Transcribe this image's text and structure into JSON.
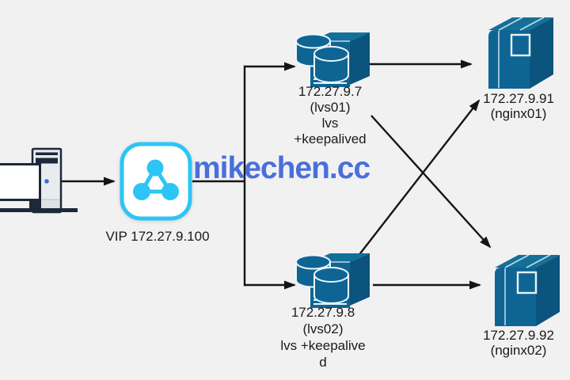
{
  "diagram_title": "LVS + Keepalived load balancing topology",
  "colors": {
    "background": "#f1f1f2",
    "server_blue": "#0e6594",
    "server_blue_light": "#137099",
    "server_blue_dark": "#0a547e",
    "vip_cyan": "#2cc5f5",
    "outline_navy": "#1d2938",
    "arrow_black": "#151515",
    "text": "#1a1a1a",
    "watermark_blue": "#4a6fdb"
  },
  "watermark": {
    "text": "mikechen.cc"
  },
  "nodes": {
    "client": {
      "icon": "desktop-computer"
    },
    "vip": {
      "icon": "load-balancer-vip",
      "label": "VIP 172.27.9.100"
    },
    "lvs01": {
      "icon": "lvs-server",
      "lines": [
        "172.27.9.7",
        "(lvs01)",
        "lvs",
        "+keepalived"
      ]
    },
    "lvs02": {
      "icon": "lvs-server",
      "lines": [
        "172.27.9.8",
        "(lvs02)",
        "lvs +keepalive",
        "d"
      ]
    },
    "nginx01": {
      "icon": "nginx-server",
      "lines": [
        "172.27.9.91",
        "(nginx01)"
      ]
    },
    "nginx02": {
      "icon": "nginx-server",
      "lines": [
        "172.27.9.92",
        "(nginx02)"
      ]
    }
  },
  "edges": [
    {
      "from": "client",
      "to": "vip"
    },
    {
      "from": "vip",
      "to": "lvs01"
    },
    {
      "from": "vip",
      "to": "lvs02"
    },
    {
      "from": "lvs01",
      "to": "nginx01"
    },
    {
      "from": "lvs01",
      "to": "nginx02"
    },
    {
      "from": "lvs02",
      "to": "nginx01"
    },
    {
      "from": "lvs02",
      "to": "nginx02"
    }
  ]
}
